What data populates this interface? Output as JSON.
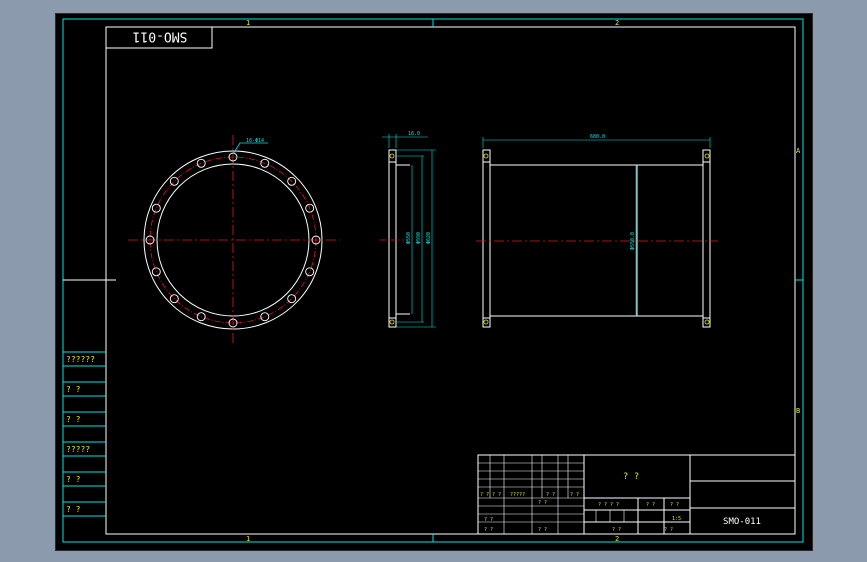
{
  "drawing": {
    "code_box_text": "SMO-011",
    "zone_marks": {
      "top_1": "1",
      "top_2": "2",
      "bottom_1": "1",
      "bottom_2": "2",
      "right_a": "A",
      "right_b": "B"
    }
  },
  "dimensions": {
    "bolt_callout": "16-Φ14",
    "flange_thickness": "16.0",
    "overall_length": "680.0",
    "ring_inner_dia": "Φ550",
    "ring_bolt_dia": "Φ590",
    "ring_outer_dia": "Φ620",
    "body_dia": "Φ550.0"
  },
  "side_panel": {
    "rows": [
      "??????",
      "? ?",
      "? ?",
      "?????",
      "? ?",
      "? ?"
    ]
  },
  "title_block": {
    "name_text": "? ?",
    "drawing_number": "SMO-011",
    "left_labels": [
      "? ?",
      "? ?",
      "?????",
      "? ?",
      "? ?",
      "? ?",
      "? ?",
      "? ?",
      "? ?"
    ],
    "mid_labels": [
      "? ? ? ?",
      "? ?",
      "? ?",
      "? ?",
      "? ?",
      "1:5"
    ]
  }
}
